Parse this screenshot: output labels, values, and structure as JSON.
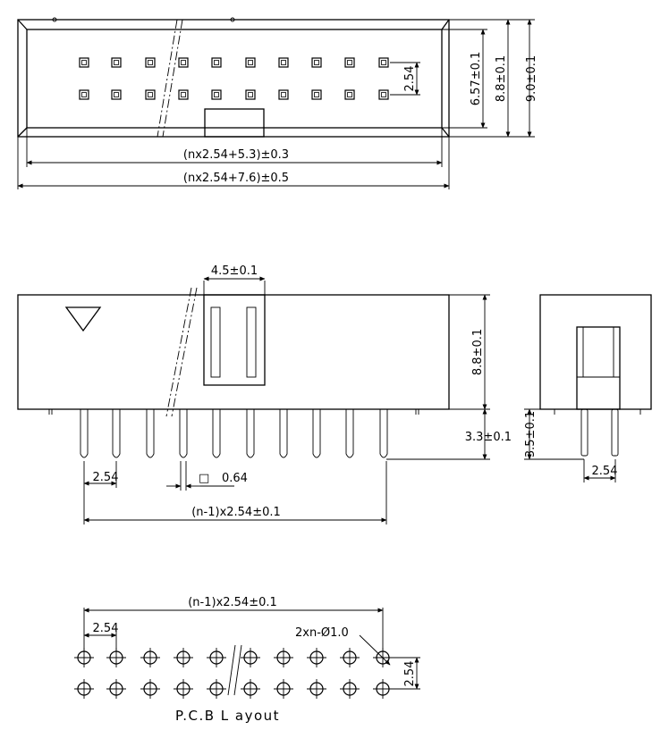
{
  "top_view": {
    "dim_inner_length": "(nx2.54+5.3)±0.3",
    "dim_outer_length": "(nx2.54+7.6)±0.5",
    "dim_row_pitch": "2.54",
    "dim_657": "6.57±0.1",
    "dim_88": "8.8±0.1",
    "dim_90": "9.0±0.1"
  },
  "front_view": {
    "dim_key_width": "4.5±0.1",
    "dim_body_height": "8.8±0.1",
    "dim_tail": "3.3±0.1",
    "dim_pitch": "2.54",
    "dim_pin_square": "0.64",
    "dim_pin_span": "(n-1)x2.54±0.1",
    "pin_square_symbol": "□"
  },
  "side_view": {
    "dim_tail": "3.5±0.1",
    "dim_pitch": "2.54"
  },
  "pcb_layout": {
    "dim_span": "(n-1)x2.54±0.1",
    "dim_pitch": "2.54",
    "dim_hole": "2xn-Ø1.0",
    "dim_row_pitch": "2.54",
    "caption": "P.C.B L ayout"
  }
}
